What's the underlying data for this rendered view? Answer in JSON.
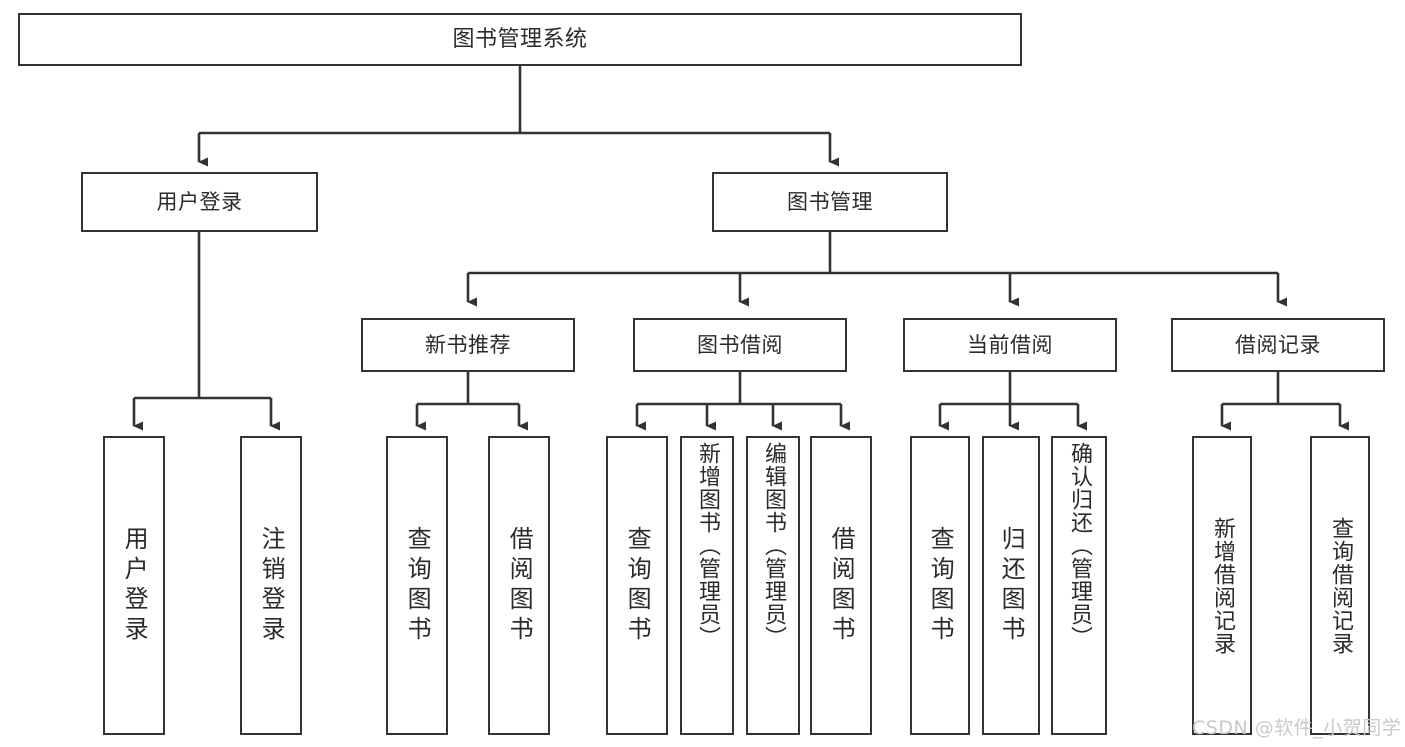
{
  "diagram": {
    "type": "tree-hierarchy-diagram",
    "title": "图书管理系统",
    "watermark": "CSDN @软件_小贺同学",
    "colors": {
      "background": "#ffffff",
      "box_fill": "#ffffff",
      "box_stroke": "#333333",
      "text": "#2b2b2b",
      "edge": "#333333",
      "watermark": "#c9c9c9"
    },
    "levels": 4,
    "nodes": {
      "root": {
        "label": "图书管理系统",
        "level": 0,
        "orientation": "horizontal"
      },
      "l1_user_login": {
        "label": "用户登录",
        "level": 1,
        "orientation": "horizontal"
      },
      "l1_book_manage": {
        "label": "图书管理",
        "level": 1,
        "orientation": "horizontal"
      },
      "l2_new_book_rec": {
        "label": "新书推荐",
        "level": 2,
        "orientation": "horizontal"
      },
      "l2_book_borrow": {
        "label": "图书借阅",
        "level": 2,
        "orientation": "horizontal"
      },
      "l2_current_borrow": {
        "label": "当前借阅",
        "level": 2,
        "orientation": "horizontal"
      },
      "l2_borrow_record": {
        "label": "借阅记录",
        "level": 2,
        "orientation": "horizontal"
      },
      "l3_user_login": {
        "label": "用户登录",
        "level": 3,
        "orientation": "vertical"
      },
      "l3_logout_login": {
        "label": "注销登录",
        "level": 3,
        "orientation": "vertical"
      },
      "l3_query_book_a": {
        "label": "查询图书",
        "level": 3,
        "orientation": "vertical"
      },
      "l3_borrow_book_a": {
        "label": "借阅图书",
        "level": 3,
        "orientation": "vertical"
      },
      "l3_query_book_b": {
        "label": "查询图书",
        "level": 3,
        "orientation": "vertical"
      },
      "l3_add_book_admin": {
        "label": "新增图书（管理员）",
        "level": 3,
        "orientation": "vertical"
      },
      "l3_edit_book_admin": {
        "label": "编辑图书（管理员）",
        "level": 3,
        "orientation": "vertical"
      },
      "l3_borrow_book_b": {
        "label": "借阅图书",
        "level": 3,
        "orientation": "vertical"
      },
      "l3_query_book_c": {
        "label": "查询图书",
        "level": 3,
        "orientation": "vertical"
      },
      "l3_return_book": {
        "label": "归还图书",
        "level": 3,
        "orientation": "vertical"
      },
      "l3_confirm_return_admin": {
        "label": "确认归还（管理员）",
        "level": 3,
        "orientation": "vertical"
      },
      "l3_add_borrow_record": {
        "label": "新增借阅记录",
        "level": 3,
        "orientation": "vertical"
      },
      "l3_query_borrow_record": {
        "label": "查询借阅记录",
        "level": 3,
        "orientation": "vertical"
      }
    },
    "edges": [
      {
        "from": "root",
        "to": "l1_user_login"
      },
      {
        "from": "root",
        "to": "l1_book_manage"
      },
      {
        "from": "l1_user_login",
        "to": "l3_user_login"
      },
      {
        "from": "l1_user_login",
        "to": "l3_logout_login"
      },
      {
        "from": "l1_book_manage",
        "to": "l2_new_book_rec"
      },
      {
        "from": "l1_book_manage",
        "to": "l2_book_borrow"
      },
      {
        "from": "l1_book_manage",
        "to": "l2_current_borrow"
      },
      {
        "from": "l1_book_manage",
        "to": "l2_borrow_record"
      },
      {
        "from": "l2_new_book_rec",
        "to": "l3_query_book_a"
      },
      {
        "from": "l2_new_book_rec",
        "to": "l3_borrow_book_a"
      },
      {
        "from": "l2_book_borrow",
        "to": "l3_query_book_b"
      },
      {
        "from": "l2_book_borrow",
        "to": "l3_add_book_admin"
      },
      {
        "from": "l2_book_borrow",
        "to": "l3_edit_book_admin"
      },
      {
        "from": "l2_book_borrow",
        "to": "l3_borrow_book_b"
      },
      {
        "from": "l2_current_borrow",
        "to": "l3_query_book_c"
      },
      {
        "from": "l2_current_borrow",
        "to": "l3_return_book"
      },
      {
        "from": "l2_current_borrow",
        "to": "l3_confirm_return_admin"
      },
      {
        "from": "l2_borrow_record",
        "to": "l3_add_borrow_record"
      },
      {
        "from": "l2_borrow_record",
        "to": "l3_query_borrow_record"
      }
    ]
  }
}
